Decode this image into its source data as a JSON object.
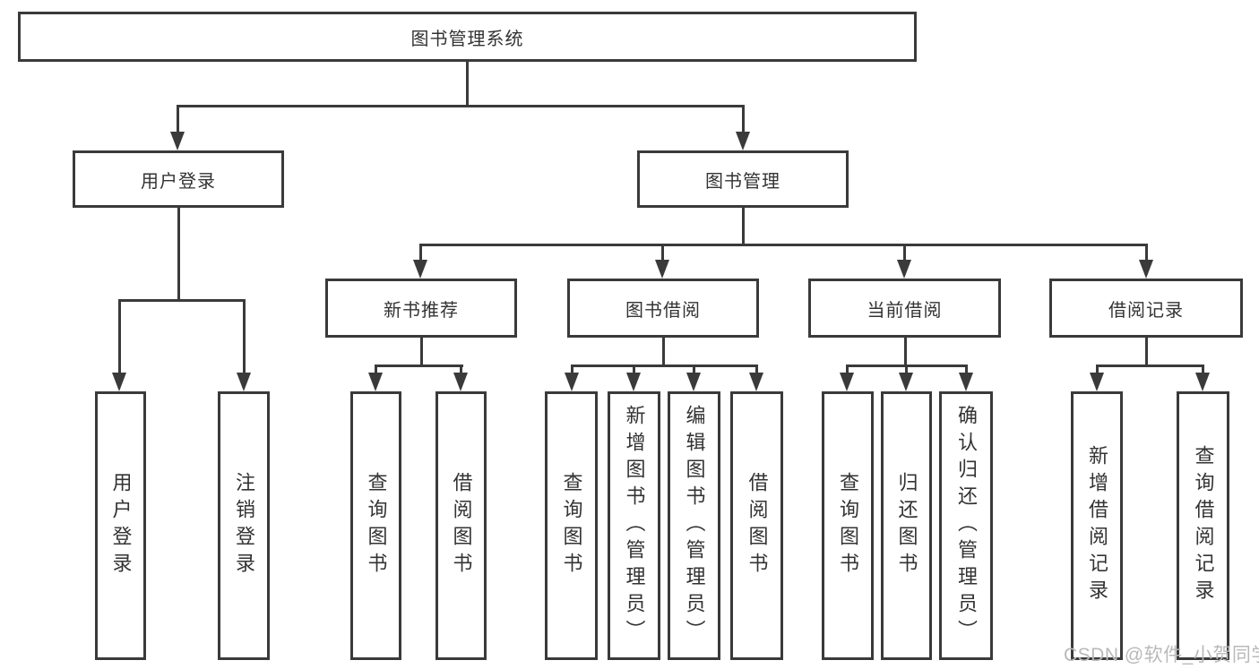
{
  "title": "图书管理系统",
  "nodes": {
    "root": {
      "label": "图书管理系统"
    },
    "user_login": {
      "label": "用户登录"
    },
    "book_manage": {
      "label": "图书管理"
    },
    "new_book_recommend": {
      "label": "新书推荐"
    },
    "book_borrow": {
      "label": "图书借阅"
    },
    "current_borrow": {
      "label": "当前借阅"
    },
    "borrow_records": {
      "label": "借阅记录"
    }
  },
  "leaves": {
    "user_login_leaf": {
      "label": "用户登录"
    },
    "logout": {
      "label": "注销登录"
    },
    "rec_query_books": {
      "label": "查询图书"
    },
    "rec_borrow_books": {
      "label": "借阅图书"
    },
    "bor_query_books": {
      "label": "查询图书"
    },
    "bor_add_books": {
      "label": "新增图书（管理员）"
    },
    "bor_edit_books": {
      "label": "编辑图书（管理员）"
    },
    "bor_borrow_books": {
      "label": "借阅图书"
    },
    "cur_query_books": {
      "label": "查询图书"
    },
    "cur_return_books": {
      "label": "归还图书"
    },
    "cur_confirm_return": {
      "label": "确认归还（管理员）"
    },
    "rcd_add_record": {
      "label": "新增借阅记录"
    },
    "rcd_query_record": {
      "label": "查询借阅记录"
    }
  },
  "hierarchy": {
    "图书管理系统": {
      "用户登录": [
        "用户登录",
        "注销登录"
      ],
      "图书管理": {
        "新书推荐": [
          "查询图书",
          "借阅图书"
        ],
        "图书借阅": [
          "查询图书",
          "新增图书（管理员）",
          "编辑图书（管理员）",
          "借阅图书"
        ],
        "当前借阅": [
          "查询图书",
          "归还图书",
          "确认归还（管理员）"
        ],
        "借阅记录": [
          "新增借阅记录",
          "查询借阅记录"
        ]
      }
    }
  },
  "watermark": "CSDN @软件_小贺同学",
  "colors": {
    "line": "#3a3a3a",
    "text": "#333333",
    "watermark": "#b9b9b9",
    "background": "#ffffff"
  }
}
